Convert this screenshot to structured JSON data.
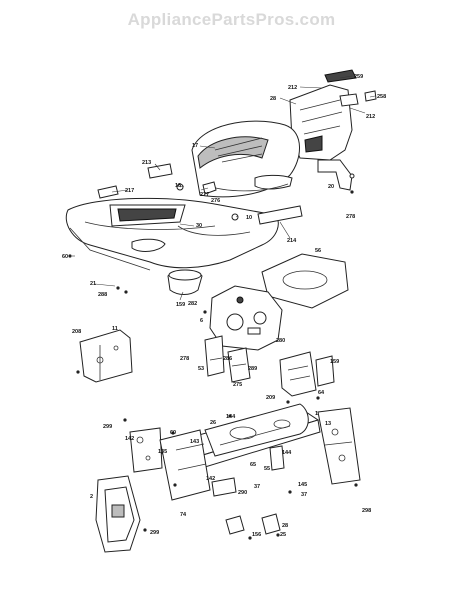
{
  "watermark": "AppliancePartsPros.com",
  "callouts": [
    {
      "id": "259",
      "text": "259"
    },
    {
      "id": "212a",
      "text": "212"
    },
    {
      "id": "28",
      "text": "28"
    },
    {
      "id": "258",
      "text": "258"
    },
    {
      "id": "212b",
      "text": "212"
    },
    {
      "id": "17",
      "text": "17"
    },
    {
      "id": "213",
      "text": "213"
    },
    {
      "id": "18",
      "text": "18"
    },
    {
      "id": "277",
      "text": "277"
    },
    {
      "id": "276",
      "text": "276"
    },
    {
      "id": "20",
      "text": "20"
    },
    {
      "id": "278a",
      "text": "278"
    },
    {
      "id": "217",
      "text": "217"
    },
    {
      "id": "10",
      "text": "10"
    },
    {
      "id": "30",
      "text": "30"
    },
    {
      "id": "214",
      "text": "214"
    },
    {
      "id": "56",
      "text": "56"
    },
    {
      "id": "60",
      "text": "60"
    },
    {
      "id": "21",
      "text": "21"
    },
    {
      "id": "288",
      "text": "288"
    },
    {
      "id": "159a",
      "text": "159"
    },
    {
      "id": "282",
      "text": "282"
    },
    {
      "id": "208",
      "text": "208"
    },
    {
      "id": "11",
      "text": "11"
    },
    {
      "id": "6",
      "text": "6"
    },
    {
      "id": "280",
      "text": "280"
    },
    {
      "id": "278b",
      "text": "278"
    },
    {
      "id": "53",
      "text": "53"
    },
    {
      "id": "286",
      "text": "286"
    },
    {
      "id": "289",
      "text": "289"
    },
    {
      "id": "275",
      "text": "275"
    },
    {
      "id": "159b",
      "text": "159"
    },
    {
      "id": "64",
      "text": "64"
    },
    {
      "id": "209",
      "text": "209"
    },
    {
      "id": "1",
      "text": "1"
    },
    {
      "id": "299",
      "text": "299"
    },
    {
      "id": "144a",
      "text": "144"
    },
    {
      "id": "26",
      "text": "26"
    },
    {
      "id": "13",
      "text": "13"
    },
    {
      "id": "60b",
      "text": "60"
    },
    {
      "id": "142a",
      "text": "142"
    },
    {
      "id": "143",
      "text": "143"
    },
    {
      "id": "135",
      "text": "135"
    },
    {
      "id": "144b",
      "text": "144"
    },
    {
      "id": "65",
      "text": "65"
    },
    {
      "id": "55",
      "text": "55"
    },
    {
      "id": "142b",
      "text": "142"
    },
    {
      "id": "37a",
      "text": "37"
    },
    {
      "id": "145",
      "text": "145"
    },
    {
      "id": "37b",
      "text": "37"
    },
    {
      "id": "2",
      "text": "2"
    },
    {
      "id": "290",
      "text": "290"
    },
    {
      "id": "74",
      "text": "74"
    },
    {
      "id": "298",
      "text": "298"
    },
    {
      "id": "299b",
      "text": "299"
    },
    {
      "id": "28b",
      "text": "28"
    },
    {
      "id": "156",
      "text": "156"
    },
    {
      "id": "25",
      "text": "25"
    }
  ]
}
